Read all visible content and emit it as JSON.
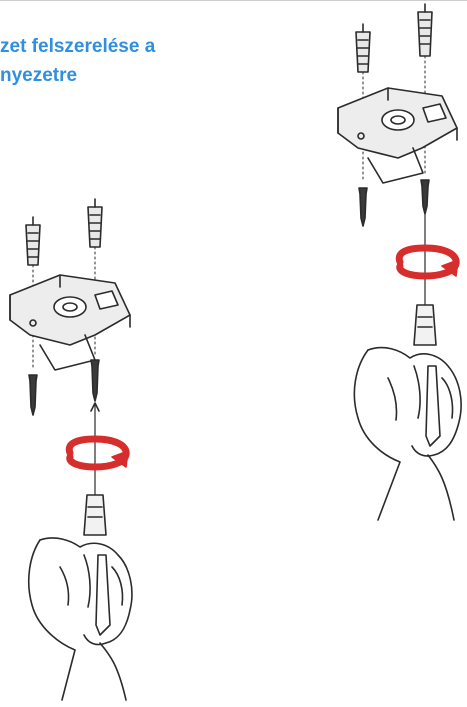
{
  "heading": {
    "line1": "zet felszerelése a",
    "line2": "nyezetre"
  },
  "colors": {
    "heading_text": "#2f8fe0",
    "rotation_arrow": "#d62d2d",
    "line_art": "#2b2b2b",
    "background": "#ffffff"
  },
  "figures": [
    {
      "id": "left",
      "icons": [
        "wall-plug-icon",
        "mounting-bracket-icon",
        "screw-icon",
        "rotation-arrow-icon",
        "hand-with-screwdriver-icon"
      ]
    },
    {
      "id": "right",
      "icons": [
        "wall-plug-icon",
        "mounting-bracket-icon",
        "screw-icon",
        "rotation-arrow-icon",
        "hand-with-screwdriver-icon"
      ]
    }
  ]
}
